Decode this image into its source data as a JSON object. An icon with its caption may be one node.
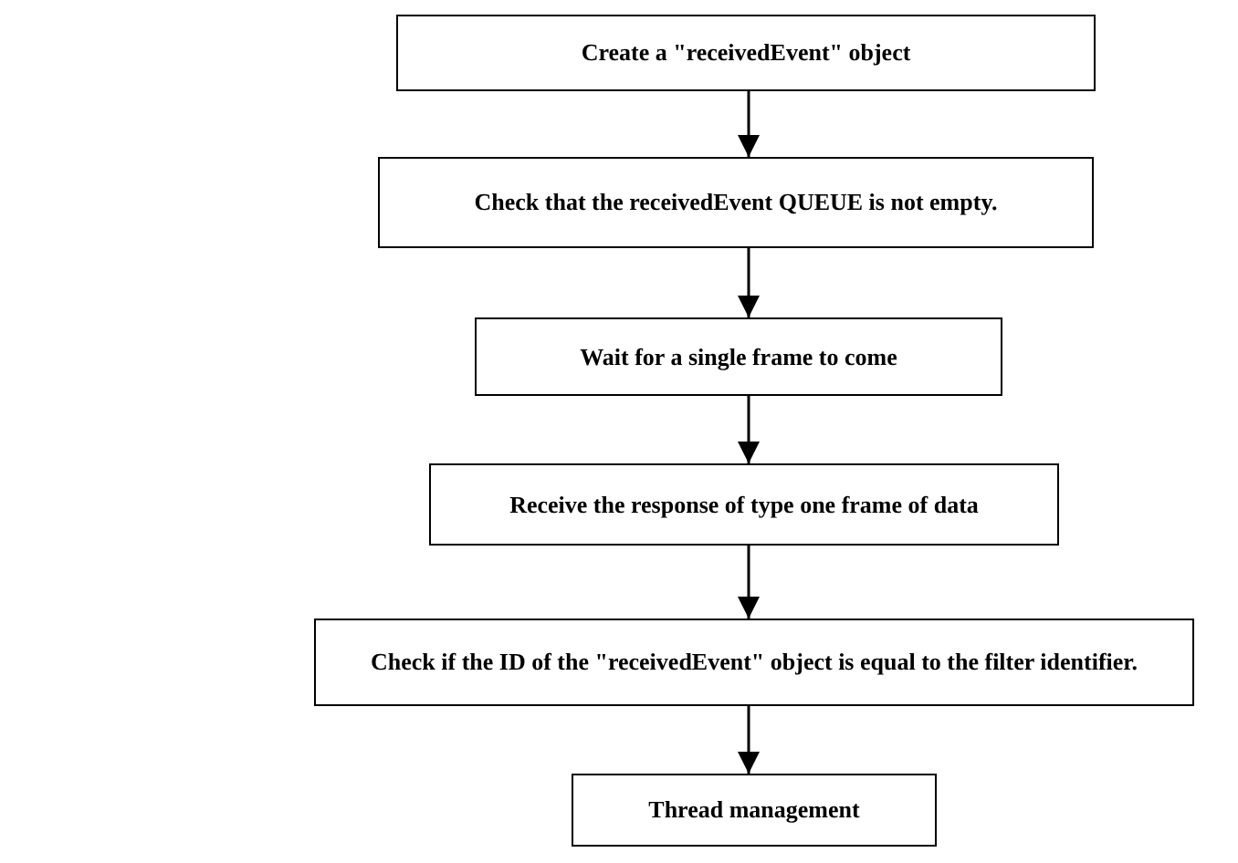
{
  "diagram": {
    "nodes": [
      {
        "text": [
          "Create a \"receivedEvent\" object"
        ]
      },
      {
        "text": [
          "Check that the receivedEvent QUEUE is not empty."
        ]
      },
      {
        "text": [
          "Wait for a single frame to come"
        ]
      },
      {
        "text": [
          "Receive the response of type one frame of data"
        ]
      },
      {
        "text": [
          "Check if the ID of the \"receivedEvent\" object is equal to the filter identifier."
        ]
      },
      {
        "text": [
          "Thread management"
        ]
      }
    ],
    "edges": [
      {
        "from": 0,
        "to": 1,
        "arrow": "to"
      },
      {
        "from": 1,
        "to": 2,
        "arrow": "to"
      },
      {
        "from": 2,
        "to": 3,
        "arrow": "to"
      },
      {
        "from": 3,
        "to": 4,
        "arrow": "to"
      },
      {
        "from": 4,
        "to": 5,
        "arrow": "to"
      }
    ]
  }
}
